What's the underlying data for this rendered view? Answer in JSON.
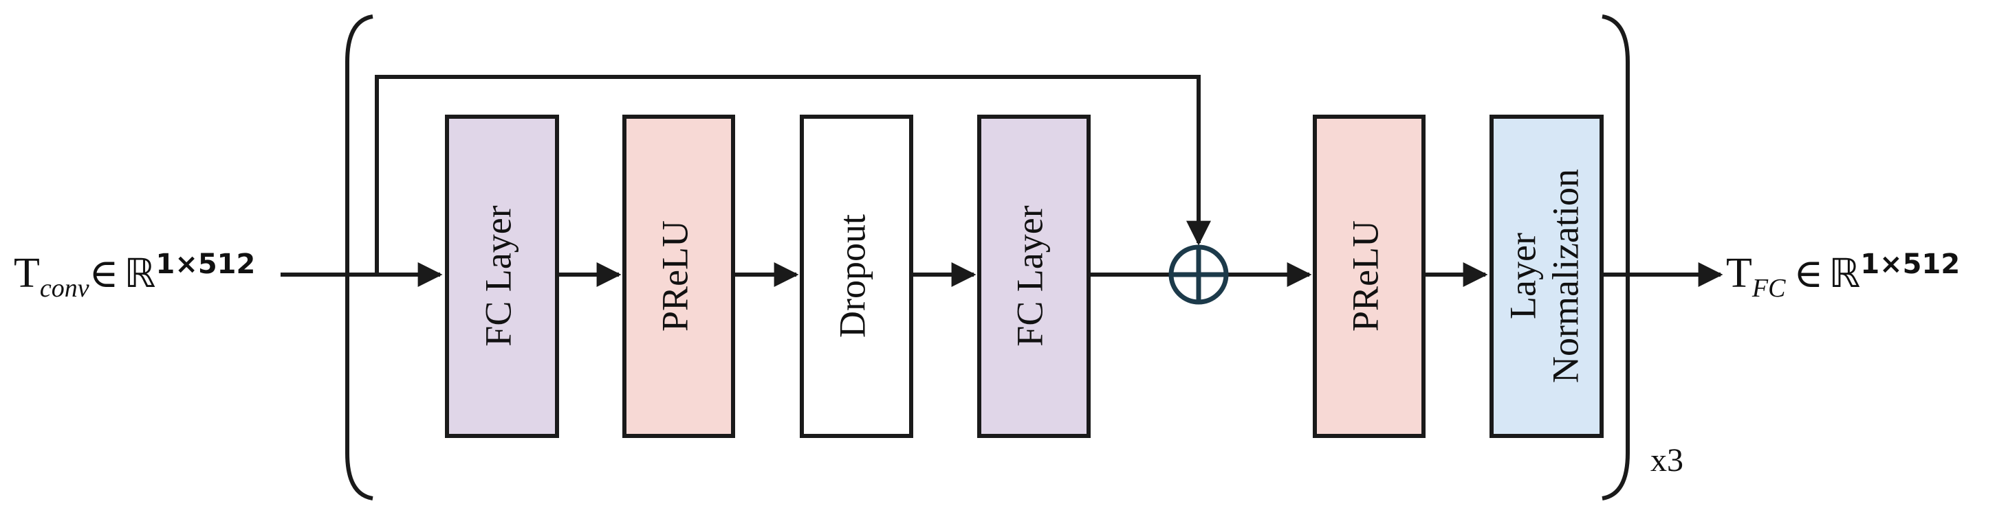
{
  "input": {
    "symbol": "T",
    "subscript": "conv",
    "member": "∈",
    "space": "ℝ",
    "dims": "1×512"
  },
  "output": {
    "symbol": "T",
    "subscript": "FC",
    "member": "∈",
    "space": "ℝ",
    "dims": "1×512"
  },
  "blocks": [
    {
      "label": "FC Layer",
      "fill": "#e0d6e8"
    },
    {
      "label": "PReLU",
      "fill": "#f7d9d5"
    },
    {
      "label": "Dropout",
      "fill": "#ffffff"
    },
    {
      "label": "FC Layer",
      "fill": "#e0d6e8"
    },
    {
      "label": "PReLU",
      "fill": "#f7d9d5"
    },
    {
      "label_line1": "Layer",
      "label_line2": "Normalization",
      "fill": "#d7e7f6"
    }
  ],
  "repeat_label": "x3",
  "colors": {
    "stroke": "#1a1a1a",
    "adder_stroke": "#1c3a4a"
  },
  "icons": {
    "adder": "circle-plus-icon"
  }
}
